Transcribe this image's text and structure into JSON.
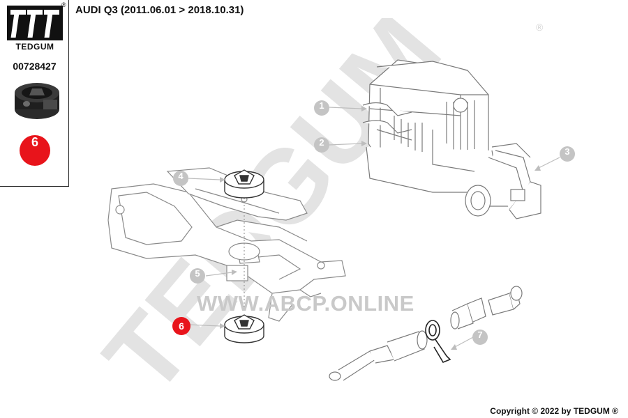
{
  "header": {
    "vehicle_title": "AUDI Q3 (2011.06.01 > 2018.10.31)"
  },
  "side_panel": {
    "brand_name": "TEDGUM",
    "registered_mark": "®",
    "part_number": "00728427",
    "selected_callout": "6"
  },
  "diagram": {
    "callouts": [
      "1",
      "2",
      "3",
      "4",
      "5",
      "6",
      "7"
    ],
    "watermark_brand": "TEDGUM",
    "watermark_domain": "WWW.ABCP.ONLINE"
  },
  "footer": {
    "copyright": "Copyright © 2022 by TEDGUM ®"
  },
  "colors": {
    "highlight": "#e8141b",
    "callout_inactive": "#c4c4c4",
    "watermark": "#d6d6d6"
  }
}
